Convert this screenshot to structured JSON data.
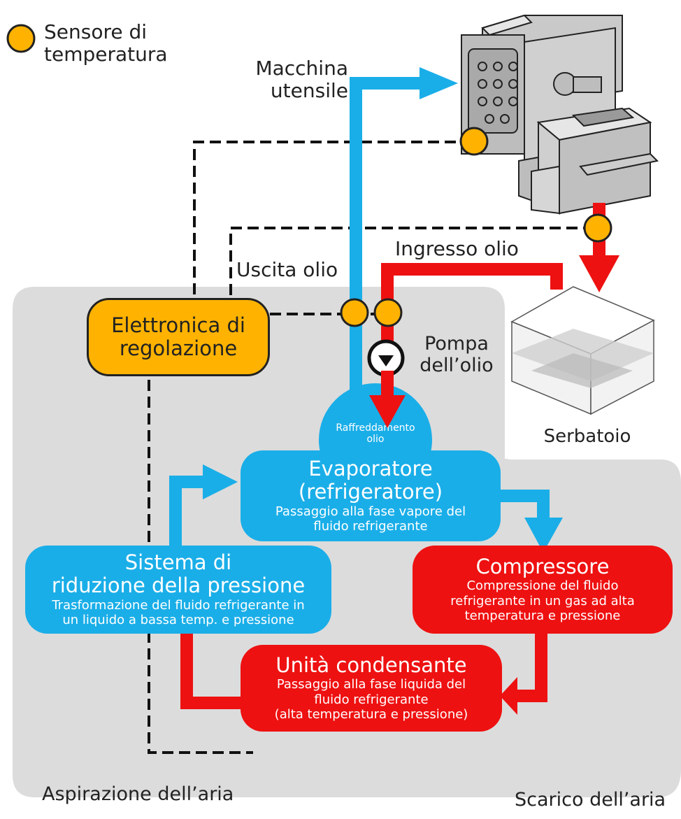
{
  "legend": {
    "sensor_label_line1": "Sensore di",
    "sensor_label_line2": "temperatura",
    "sensor_color": "#ffb300"
  },
  "labels": {
    "machine_line1": "Macchina",
    "machine_line2": "utensile",
    "oil_out": "Uscita olio",
    "oil_in": "Ingresso olio",
    "pump_line1": "Pompa",
    "pump_line2": "dell’olio",
    "tank": "Serbatoio",
    "air_in": "Aspirazione dell’aria",
    "air_out": "Scarico dell’aria"
  },
  "controller": {
    "line1": "Elettronica di",
    "line2": "regolazione"
  },
  "oil_cooling": {
    "line1": "Raffreddamento",
    "line2": "olio"
  },
  "evaporator": {
    "title_line1": "Evaporatore",
    "title_line2": "(refrigeratore)",
    "desc_line1": "Passaggio alla fase vapore del",
    "desc_line2": "fluido refrigerante"
  },
  "compressor": {
    "title": "Compressore",
    "desc_line1": "Compressione del fluido",
    "desc_line2": "refrigerante in un gas ad alta",
    "desc_line3": "temperatura e pressione"
  },
  "condenser": {
    "title": "Unità condensante",
    "desc_line1": "Passaggio alla fase liquida del",
    "desc_line2": "fluido refrigerante",
    "desc_line3": "(alta temperatura e pressione)"
  },
  "pressure_reduction": {
    "title_line1": "Sistema di",
    "title_line2": "riduzione della pressione",
    "desc_line1": "Trasformazione del fluido refrigerante in",
    "desc_line2": "un liquido a bassa temp. e pressione"
  },
  "colors": {
    "blue": "#1aaee8",
    "red": "#ee1111",
    "orange": "#ffb300",
    "panel": "#dcdcdc"
  }
}
